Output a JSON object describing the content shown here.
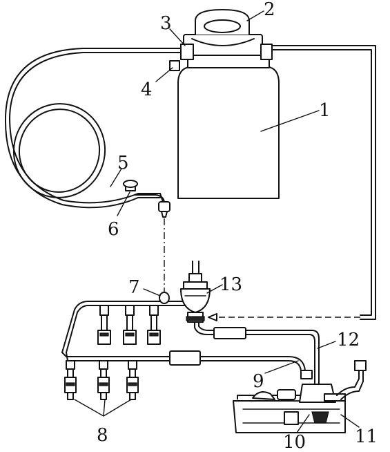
{
  "labels": [
    {
      "id": "tank",
      "text": "1"
    },
    {
      "id": "filler-cap",
      "text": "2"
    },
    {
      "id": "top-fitting",
      "text": "3"
    },
    {
      "id": "side-fitting",
      "text": "4"
    },
    {
      "id": "coiled-hose",
      "text": "5"
    },
    {
      "id": "hose-valve",
      "text": "6"
    },
    {
      "id": "manifold-cap",
      "text": "7"
    },
    {
      "id": "nozzles",
      "text": "8"
    },
    {
      "id": "suction-pipe",
      "text": "9"
    },
    {
      "id": "pump-bottom",
      "text": "10"
    },
    {
      "id": "pump-base",
      "text": "11"
    },
    {
      "id": "return-pipe",
      "text": "12"
    },
    {
      "id": "pressure-valve",
      "text": "13"
    }
  ]
}
